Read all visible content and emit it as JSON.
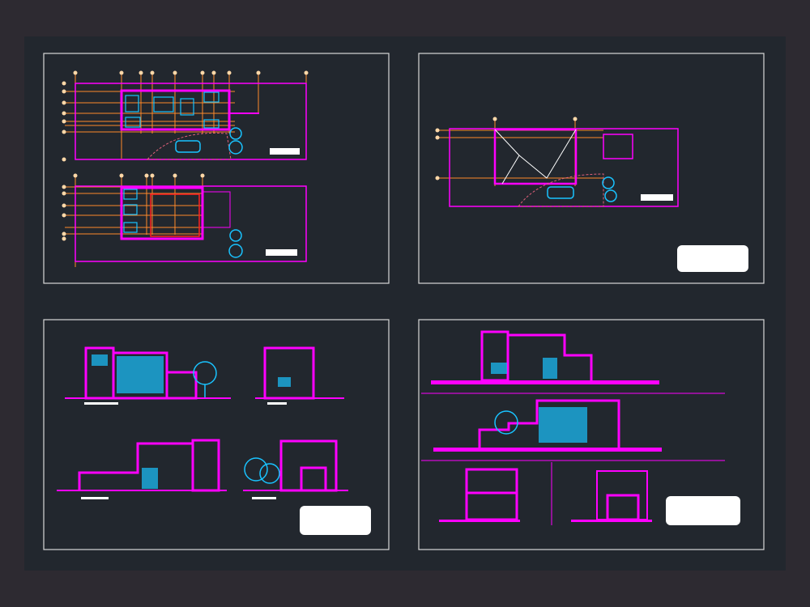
{
  "colors": {
    "background": "#2d2a31",
    "canvas": "#22272e",
    "sheet_border": "#d8d8d8",
    "wall": "#ff00ff",
    "axis": "#ff8a2a",
    "furniture": "#19c3ff",
    "structure": "#ff2020",
    "paving": "#e0607a",
    "door_swing": "#e8e040",
    "title_block": "#ffffff"
  },
  "sheets": [
    {
      "name": "floor-plans-sheet"
    },
    {
      "name": "roof-plan-sheet"
    },
    {
      "name": "elevations-sheet"
    },
    {
      "name": "sections-sheet"
    }
  ],
  "icons": [
    "tree-icon",
    "car-icon",
    "title-block-icon"
  ]
}
